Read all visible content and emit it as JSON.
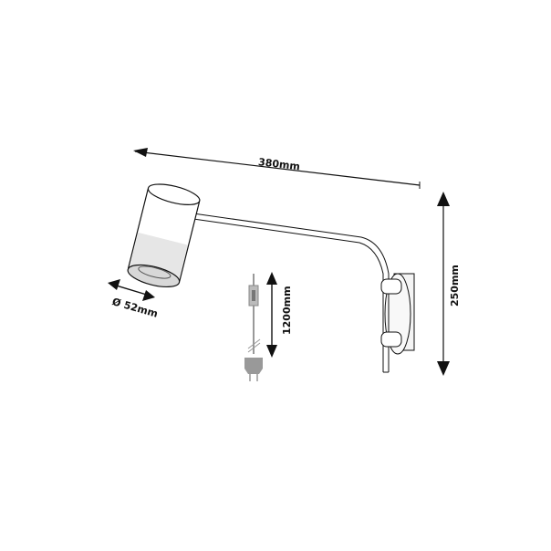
{
  "diagram": {
    "subject": "wall spotlight lamp with arm",
    "dimensions": {
      "width": "380mm",
      "height": "250mm",
      "diameter": "Ø 52mm",
      "cable_length": "1200mm"
    },
    "colors": {
      "line": "#111111",
      "cable": "#999999",
      "fill": "#f4f4f4"
    }
  }
}
